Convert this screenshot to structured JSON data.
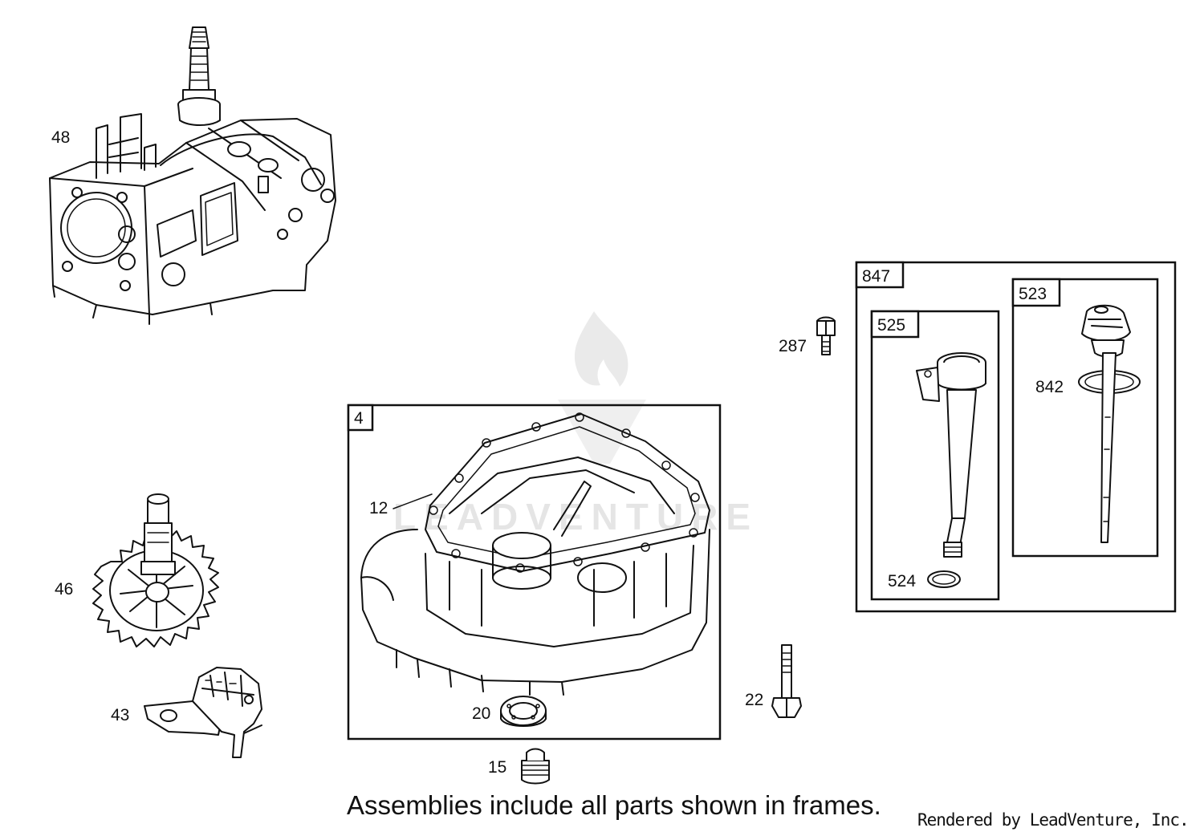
{
  "diagram": {
    "part_labels": {
      "p48": "48",
      "p287": "287",
      "p12": "12",
      "p46": "46",
      "p43": "43",
      "p20": "20",
      "p15": "15",
      "p22": "22",
      "p842": "842",
      "p524": "524"
    },
    "frames": {
      "sump": "4",
      "dipstick_assembly": "847",
      "dipstick_tube": "525",
      "dipstick": "523"
    },
    "watermark": "LEADVENTURE",
    "note": "Assemblies include all parts shown in frames.",
    "credit": "Rendered by LeadVenture, Inc."
  }
}
